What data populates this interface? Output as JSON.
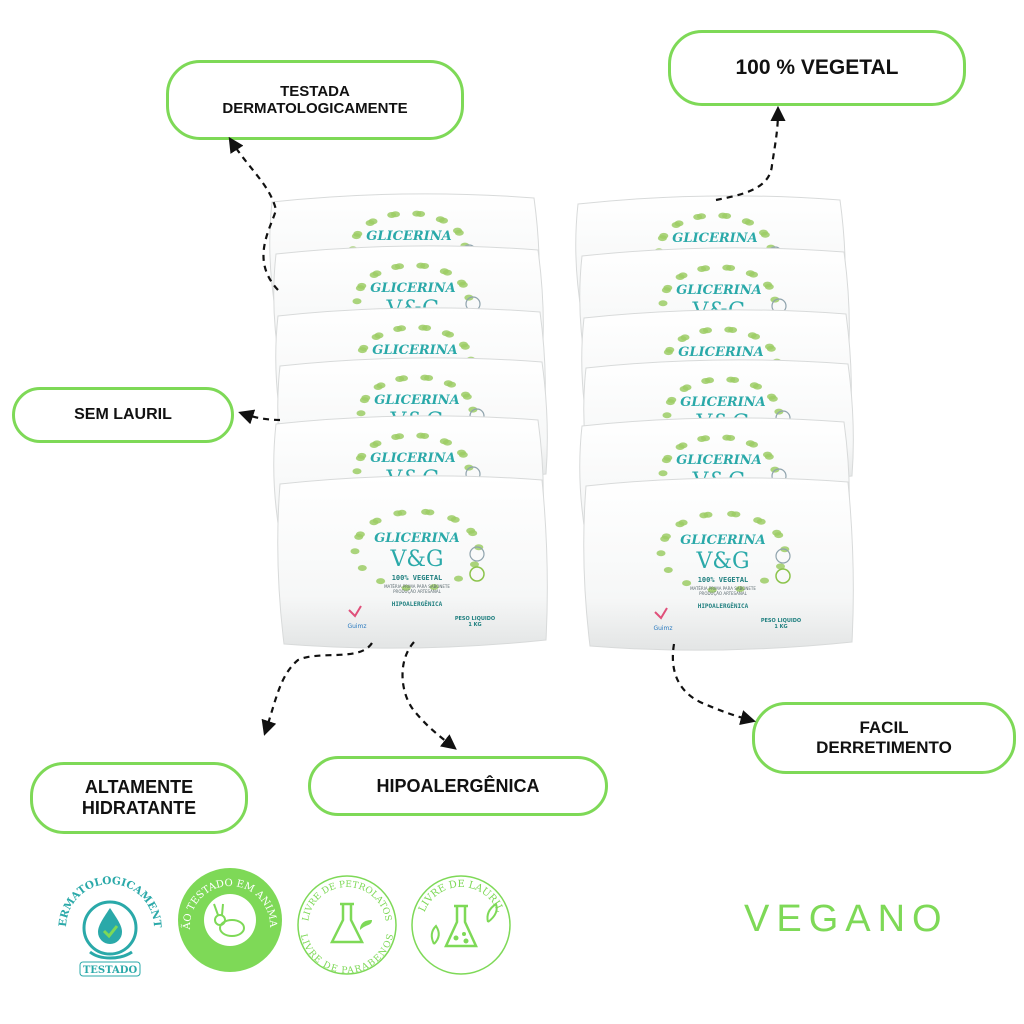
{
  "callouts": {
    "testada": "TESTADA\nDERMATOLOGICAMENTE",
    "vegetal": "100 % VEGETAL",
    "sem_lauril": "SEM LAURIL",
    "altamente": "ALTAMENTE\nHIDRATANTE",
    "hipo": "HIPOALERGÊNICA",
    "facil": "FACIL\nDERRETIMENTO"
  },
  "product": {
    "brand": "GLICERINA",
    "monogram": "V&G",
    "subtitle": "100% VEGETAL",
    "tagline1": "MATÉRIA PRIMA PARA SABONETE",
    "tagline2": "PRODUÇÃO ARTESANAL",
    "claim": "HIPOALERGÊNICA",
    "weight": "PESO LIQUIDO\n1 KG",
    "maker": "Guimz",
    "stack_count": 6
  },
  "badges": {
    "derm_top": "DERMATOLOGICAMENTE",
    "derm_bottom": "TESTADO",
    "animais": "NÃO TESTADO EM ANIMAIS",
    "petro_top": "LIVRE DE PETROLATOS",
    "petro_bottom": "LIVRE DE PARABENOS",
    "lauril": "LIVRE DE LAURIL"
  },
  "vegano": "VEGANO",
  "colors": {
    "accent": "#7ed957",
    "teal": "#2aa9a9",
    "leaf": "#8bc34a"
  }
}
